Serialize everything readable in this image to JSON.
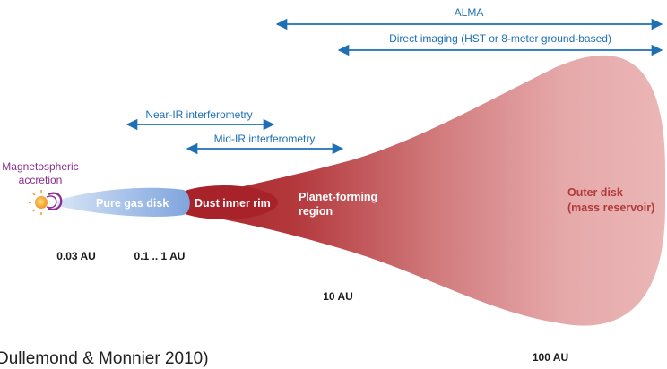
{
  "colors": {
    "arrow": "#1f6fb5",
    "disk_inner": "#b0282e",
    "disk_outer": "#eab3b3",
    "gas_disk": "#8fb3e0",
    "star": "#f5a623",
    "magnetosphere": "#8a2e8e",
    "outer_label": "#b03a3a"
  },
  "arrows": {
    "alma": "ALMA",
    "direct_imaging": "Direct imaging (HST or 8-meter ground-based)",
    "near_ir": "Near-IR interferometry",
    "mid_ir": "Mid-IR interferometry"
  },
  "regions": {
    "magnetospheric_line1": "Magnetospheric",
    "magnetospheric_line2": "accretion",
    "pure_gas": "Pure gas disk",
    "dust_rim": "Dust inner rim",
    "planet_line1": "Planet-forming",
    "planet_line2": "region",
    "outer_line1": "Outer disk",
    "outer_line2": "(mass reservoir)"
  },
  "distances": {
    "d1": "0.03 AU",
    "d2": "0.1 .. 1 AU",
    "d3": "10 AU",
    "d4": "100 AU"
  },
  "citation": "Dullemond & Monnier 2010)"
}
